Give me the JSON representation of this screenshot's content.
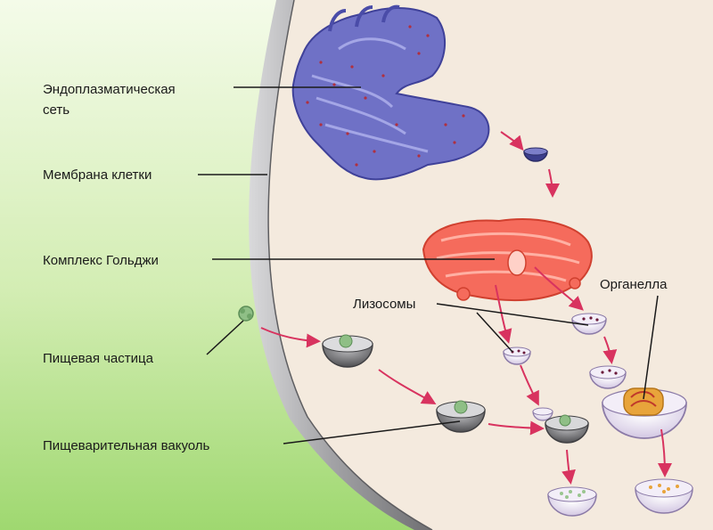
{
  "labels": {
    "er_line1": "Эндоплазматическая",
    "er_line2": "сеть",
    "membrane": "Мембрана клетки",
    "golgi": "Комплекс Гольджи",
    "food_particle": "Пищевая частица",
    "digestive_vacuole": "Пищеварительная вакуоль",
    "lysosomes": "Лизосомы",
    "organelle": "Органелла"
  },
  "colors": {
    "background_green": "#b3df85",
    "cytoplasm": "#f4eade",
    "membrane": "#8d8d90",
    "er": "#6f71c6",
    "golgi": "#f56b5c",
    "vesicle": "#e6dcef",
    "arrow": "#d8335f"
  }
}
